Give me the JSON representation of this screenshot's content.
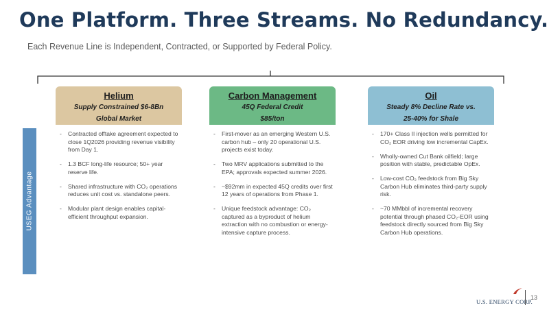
{
  "header": {
    "title": "One Platform. Three Streams. No Redundancy.",
    "subtitle": "Each Revenue Line is Independent, Contracted, or Supported by Federal Policy."
  },
  "side_label": "USEG Advantage",
  "columns": [
    {
      "title": "Helium",
      "subtitle_line1": "Supply Constrained $6-8Bn",
      "subtitle_line2": "Global Market",
      "color": "#dcc7a1",
      "bullets": [
        "Contracted offtake agreement expected to close 1Q2026 providing revenue visibility from Day 1.",
        "1.3 BCF long-life resource; 50+ year reserve life.",
        "Shared infrastructure with CO₂ operations reduces unit cost vs. standalone peers.",
        "Modular plant design enables capital-efficient throughput expansion."
      ]
    },
    {
      "title": "Carbon Management",
      "subtitle_line1": "45Q Federal Credit",
      "subtitle_line2": "$85/ton",
      "color": "#6cb985",
      "bullets": [
        "First-mover as an emerging Western U.S. carbon hub – only 20 operational U.S. projects exist today.",
        "Two MRV applications submitted to the EPA; approvals expected summer 2026.",
        "~$92mm in expected 45Q credits over first 12 years of operations from Phase 1.",
        "Unique feedstock advantage: CO₂ captured as a byproduct of helium extraction with no combustion or energy-intensive capture process."
      ]
    },
    {
      "title": "Oil",
      "subtitle_line1": "Steady 8% Decline Rate vs.",
      "subtitle_line2": "25-40% for Shale",
      "color": "#8ebfd3",
      "bullets": [
        "170+ Class II injection wells permitted for CO₂ EOR driving low incremental CapEx.",
        "Wholly-owned Cut Bank oilfield; large position with stable, predictable OpEx.",
        "Low-cost CO₂ feedstock from Big Sky Carbon Hub eliminates third-party supply risk.",
        "~70 MMbbl of incremental recovery potential through phased CO₂-EOR using feedstock directly sourced from Big Sky Carbon Hub operations."
      ]
    }
  ],
  "footer": {
    "logo_text": "U.S. ENERGY CORP.",
    "page_number": "13"
  }
}
